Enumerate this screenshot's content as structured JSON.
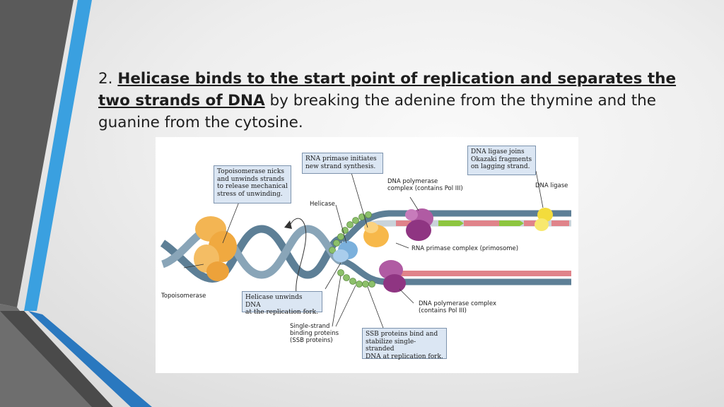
{
  "slide": {
    "number_prefix": "2. ",
    "heading_bold": "Helicase binds to the start point of replication and separates the two strands of DNA",
    "heading_rest": " by breaking the adenine from the thymine and the guanine from the cytosine."
  },
  "figure": {
    "callouts": {
      "topoisomerase_note": "Topoisomerase nicks\nand unwinds strands\nto release mechanical\nstress of unwinding.",
      "rna_primase_note": "RNA primase initiates\nnew strand synthesis.",
      "dna_ligase_note": "DNA ligase joins\nOkazaki fragments\non lagging strand.",
      "helicase_note": "Helicase unwinds DNA\nat the replication fork.",
      "ssb_note": "SSB proteins bind and\nstabilize single-stranded\nDNA at replication fork."
    },
    "labels": {
      "helicase": "Helicase",
      "dna_polymerase_top": "DNA polymerase\ncomplex (contains Pol III)",
      "dna_ligase": "DNA ligase",
      "rna_primase_complex": "RNA primase complex (primosome)",
      "topoisomerase": "Topoisomerase",
      "ssb_proteins": "Single-strand\nbinding proteins\n(SSB proteins)",
      "dna_polymerase_bottom": "DNA polymerase complex\n(contains Pol III)"
    },
    "colors": {
      "dna_strand": "#5d7f96",
      "topoisomerase": "#f0b04a",
      "helicase": "#7bb0dc",
      "ssb": "#8cc06a",
      "polymerase": "#9b3f8c",
      "primase": "#f7b84a",
      "ligase": "#f3dc3c",
      "rna_primer": "#8dc63f",
      "new_strand": "#e0838a",
      "callout_fill": "#dbe6f3"
    }
  }
}
